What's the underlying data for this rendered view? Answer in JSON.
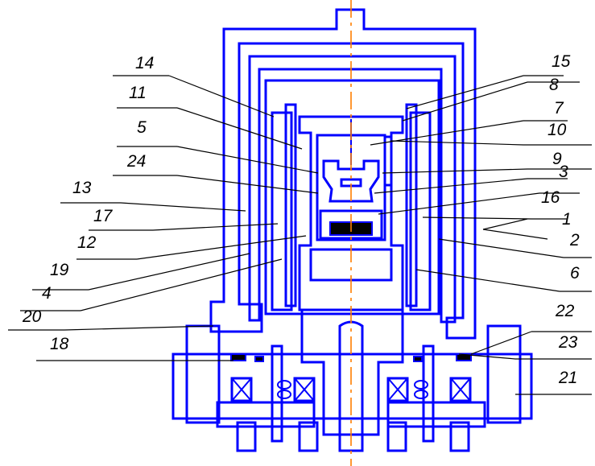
{
  "colors": {
    "outline": "#0000ff",
    "axis": "#ff7f00",
    "labels": "#000000"
  },
  "labels": {
    "n14": "14",
    "n11": "11",
    "n5": "5",
    "n24": "24",
    "n13": "13",
    "n17": "17",
    "n12": "12",
    "n19": "19",
    "n4": "4",
    "n20": "20",
    "n18": "18",
    "n15": "15",
    "n8": "8",
    "n7": "7",
    "n10": "10",
    "n9": "9",
    "n3": "3",
    "n16": "16",
    "n1": "1",
    "n2": "2",
    "n6": "6",
    "n22": "22",
    "n23": "23",
    "n21": "21"
  }
}
